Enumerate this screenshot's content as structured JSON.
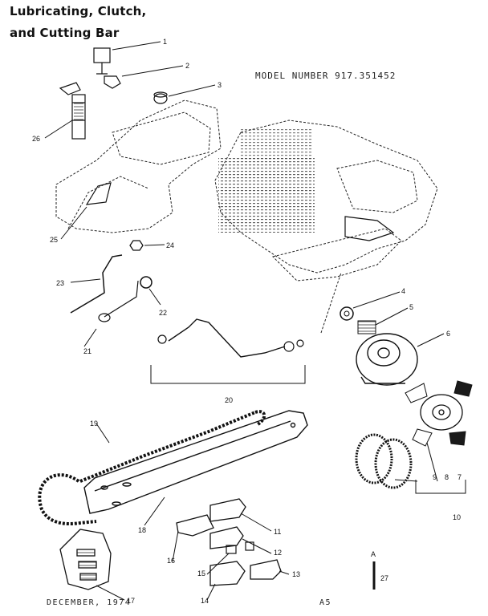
{
  "title": {
    "line1": "Lubricating, Clutch,",
    "line2": "and Cutting Bar"
  },
  "model_number": "MODEL NUMBER 917.351452",
  "footer": {
    "date": "DECEMBER, 1974",
    "page": "A5"
  },
  "callouts": [
    "1",
    "2",
    "3",
    "4",
    "5",
    "6",
    "7",
    "8",
    "9",
    "10",
    "11",
    "12",
    "13",
    "14",
    "15",
    "16",
    "17",
    "18",
    "19",
    "20",
    "21",
    "22",
    "23",
    "24",
    "25",
    "26",
    "27"
  ],
  "arrow_label": "A"
}
